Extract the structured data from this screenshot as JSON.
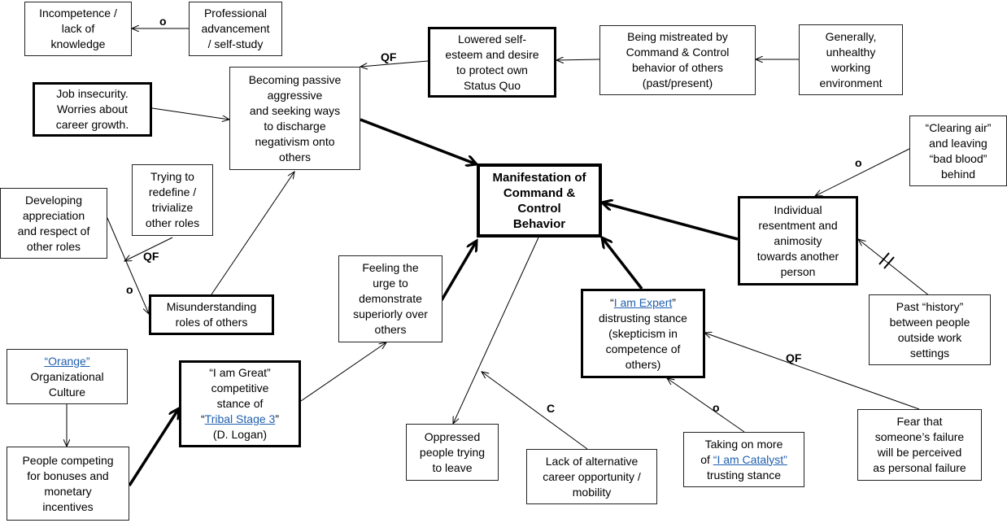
{
  "nodes": {
    "incompetence": {
      "l1": "Incompetence  /",
      "l2": "lack of",
      "l3": "knowledge"
    },
    "professional": {
      "l1": "Professional",
      "l2": "advancement",
      "l3": "/ self-study"
    },
    "lowered": {
      "l1": "Lowered self-",
      "l2": "esteem and desire",
      "l3": "to protect own",
      "l4": "Status Quo"
    },
    "mistreated": {
      "l1": "Being mistreated by",
      "l2": "Command & Control",
      "l3": "behavior of others",
      "l4": "(past/present)"
    },
    "unhealthy": {
      "l1": "Generally,",
      "l2": "unhealthy",
      "l3": "working",
      "l4": "environment"
    },
    "job": {
      "l1": "Job insecurity.",
      "l2": "Worries about",
      "l3": "career growth."
    },
    "passive": {
      "l1": "Becoming passive",
      "l2": "aggressive",
      "l3": "and seeking ways",
      "l4": "to discharge",
      "l5": "negativism onto",
      "l6": "others"
    },
    "clearing": {
      "l1": "“Clearing air”",
      "l2": "and leaving",
      "l3": "“bad blood”",
      "l4": "behind"
    },
    "center": {
      "l1": "Manifestation of",
      "l2": "Command &",
      "l3": "Control",
      "l4": "Behavior"
    },
    "redefine": {
      "l1": "Trying to",
      "l2": "redefine /",
      "l3": "trivialize",
      "l4": "other roles"
    },
    "appreciation": {
      "l1": "Developing",
      "l2": "appreciation",
      "l3": "and respect of",
      "l4": "other roles"
    },
    "resentment": {
      "l1": "Individual",
      "l2": "resentment  and",
      "l3": "animosity",
      "l4": "towards another",
      "l5": "person"
    },
    "urge": {
      "l1": "Feeling the",
      "l2": "urge to",
      "l3": "demonstrate",
      "l4": "superiorly over",
      "l5": "others"
    },
    "misunderstanding": {
      "l1": "Misunderstanding",
      "l2": "roles of others"
    },
    "expert": {
      "q1": "“",
      "link": "I am Expert",
      "q2": "”",
      "l2": "distrusting  stance",
      "l3": "(skepticism in",
      "l4": "competence of",
      "l5": "others)"
    },
    "history": {
      "l1": "Past “history”",
      "l2": "between people",
      "l3": "outside work",
      "l4": "settings"
    },
    "orange": {
      "link": "“Orange”",
      "l2": "Organizational",
      "l3": "Culture"
    },
    "great": {
      "l1": "“I am Great”",
      "l2": "competitive",
      "l3": "stance of",
      "q1": "“",
      "link": "Tribal Stage 3",
      "q2": "”",
      "l5": "(D. Logan)"
    },
    "competing": {
      "l1": "People competing",
      "l2": "for bonuses and",
      "l3": "monetary",
      "l4": "incentives"
    },
    "oppressed": {
      "l1": "Oppressed",
      "l2": "people trying",
      "l3": "to leave"
    },
    "lack": {
      "l1": "Lack of alternative",
      "l2": "career opportunity  /",
      "l3": "mobility"
    },
    "catalyst": {
      "l1": "Taking on more",
      "pre": "of ",
      "link": "“I am Catalyst”",
      "l3": "trusting stance"
    },
    "fear": {
      "l1": "Fear that",
      "l2": "someone’s failure",
      "l3": "will be perceived",
      "l4": "as personal failure"
    }
  },
  "edge_labels": {
    "o_professional": "o",
    "qf_lowered": "QF",
    "o_clearing": "o",
    "qf_redefine": "QF",
    "o_appreciation": "o",
    "qf_fear": "QF",
    "c_lack": "C",
    "o_catalyst": "o"
  }
}
